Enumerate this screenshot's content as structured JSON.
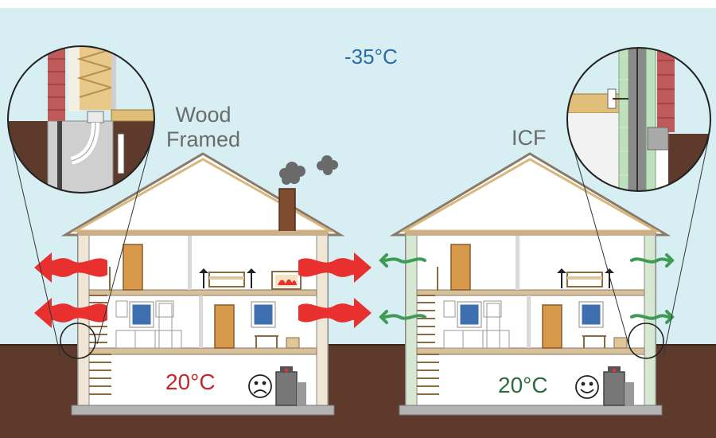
{
  "labels": {
    "outside_temperature": "-35°C",
    "wood_framed_line1": "Wood",
    "wood_framed_line2": "Framed",
    "icf": "ICF",
    "wood_inside_temperature": "20°C",
    "icf_inside_temperature": "20°C"
  },
  "faces": {
    "wood": "sad-face-icon",
    "icf": "happy-face-icon"
  },
  "icons": {
    "wood_heat_loss": "red-wavy-arrow-icon",
    "icf_heat_loss": "green-wavy-arrow-icon",
    "chimney_smoke": "smoke-cloud-icon",
    "fireplace": "fireplace-icon",
    "furnace": "furnace-icon"
  },
  "colors": {
    "sky": "#d7eef2",
    "ground": "#5d3a2c",
    "heat_loss_wood": "#e8312f",
    "heat_loss_icf": "#3e9a55",
    "outside_temperature": "#2a6aa8",
    "wood_temperature": "#c0282d",
    "icf_temperature": "#2d6a3c",
    "title_text": "#6b6b6b"
  }
}
